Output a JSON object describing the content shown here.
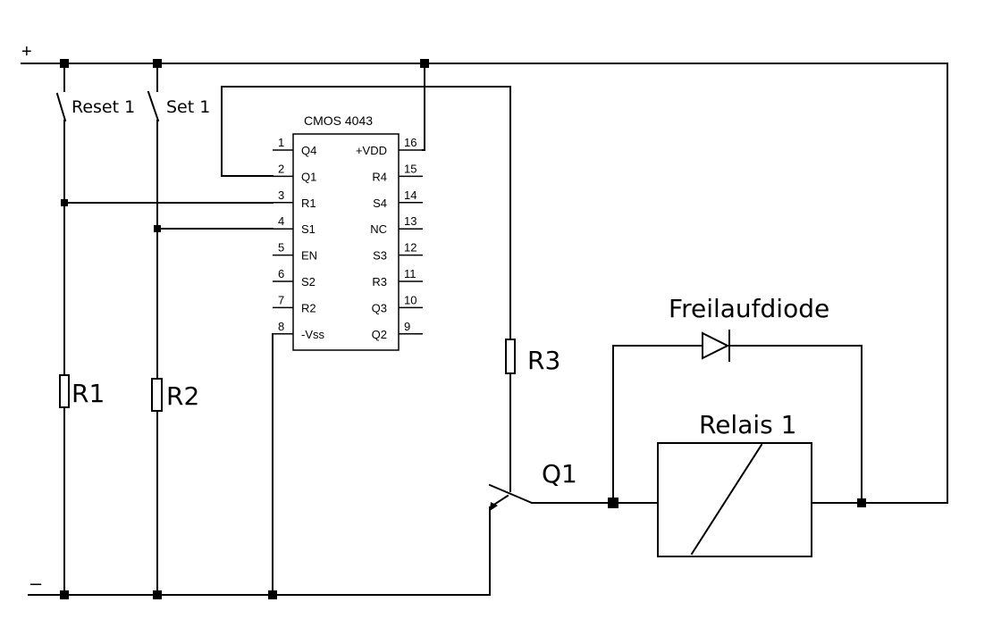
{
  "supply": {
    "plus": "+",
    "minus": "–"
  },
  "switches": {
    "reset": "Reset 1",
    "set": "Set 1"
  },
  "ic": {
    "title": "CMOS 4043",
    "left_pins": [
      {
        "num": "1",
        "name": "Q4"
      },
      {
        "num": "2",
        "name": "Q1"
      },
      {
        "num": "3",
        "name": "R1"
      },
      {
        "num": "4",
        "name": "S1"
      },
      {
        "num": "5",
        "name": "EN"
      },
      {
        "num": "6",
        "name": "S2"
      },
      {
        "num": "7",
        "name": "R2"
      },
      {
        "num": "8",
        "name": "-Vss"
      }
    ],
    "right_pins": [
      {
        "num": "16",
        "name": "+VDD"
      },
      {
        "num": "15",
        "name": "R4"
      },
      {
        "num": "14",
        "name": "S4"
      },
      {
        "num": "13",
        "name": "NC"
      },
      {
        "num": "12",
        "name": "S3"
      },
      {
        "num": "11",
        "name": "R3"
      },
      {
        "num": "10",
        "name": "Q3"
      },
      {
        "num": "9",
        "name": "Q2"
      }
    ]
  },
  "resistors": {
    "r1": "R1",
    "r2": "R2",
    "r3": "R3"
  },
  "transistor": "Q1",
  "diode": "Freilaufdiode",
  "relay": "Relais 1"
}
